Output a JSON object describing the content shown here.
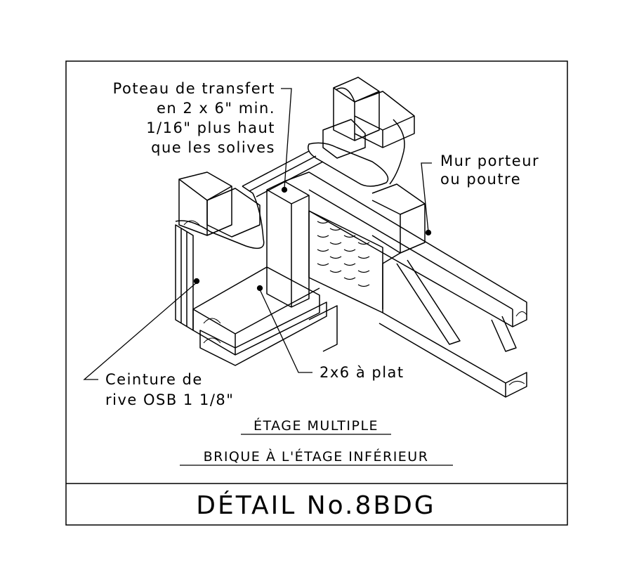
{
  "labels": {
    "poteau": [
      "Poteau de transfert",
      "en 2 x 6\" min.",
      "1/16\" plus haut",
      "que les solives"
    ],
    "mur": [
      "Mur porteur",
      "ou poutre"
    ],
    "ceinture": [
      "Ceinture de",
      "rive OSB 1 1/8\""
    ],
    "plat": "2x6 à plat"
  },
  "subtitle_1": "ÉTAGE MULTIPLE",
  "subtitle_2": "BRIQUE À L'ÉTAGE INFÉRIEUR",
  "detail_title": "DÉTAIL No.8BDG",
  "colors": {
    "line": "#000000",
    "background": "#ffffff"
  }
}
